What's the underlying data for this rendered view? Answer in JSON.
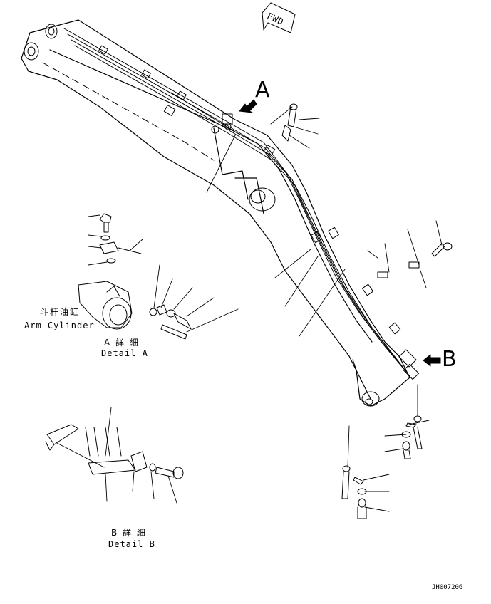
{
  "diagram": {
    "fwd_label": "FWD",
    "view_a_marker": "A",
    "view_b_marker": "B",
    "arm_cylinder_cn": "斗杆油缸",
    "arm_cylinder_en": "Arm Cylinder",
    "detail_a_cn": "A 詳 細",
    "detail_a_en": "Detail A",
    "detail_b_cn": "B 詳 細",
    "detail_b_en": "Detail B",
    "drawing_number": "JH007206"
  }
}
